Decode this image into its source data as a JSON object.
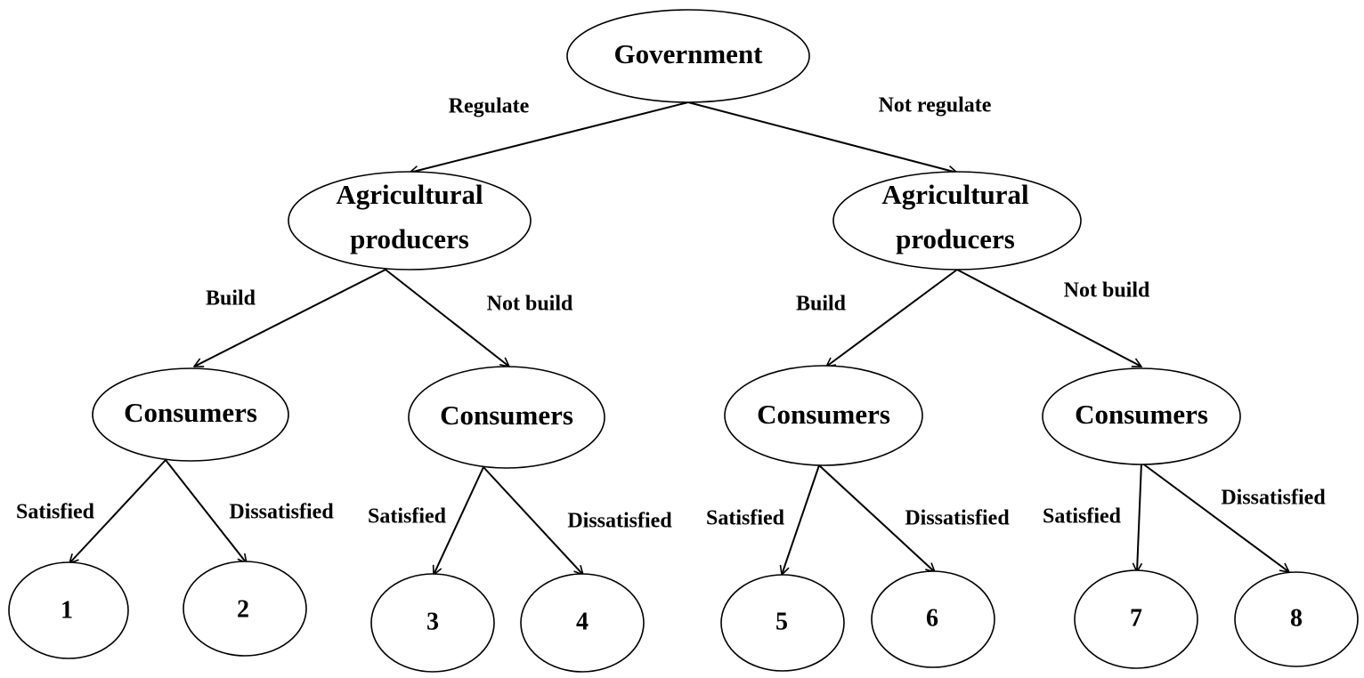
{
  "diagram": {
    "root": {
      "label": "Government"
    },
    "branch_labels": {
      "regulate": "Regulate",
      "not_regulate": "Not regulate",
      "build": "Build",
      "not_build": "Not build",
      "satisfied": "Satisfied",
      "dissatisfied": "Dissatisfied"
    },
    "producers": {
      "line1": "Agricultural",
      "line2": "producers"
    },
    "consumers": {
      "label": "Consumers"
    },
    "outcomes": [
      "1",
      "2",
      "3",
      "4",
      "5",
      "6",
      "7",
      "8"
    ]
  }
}
